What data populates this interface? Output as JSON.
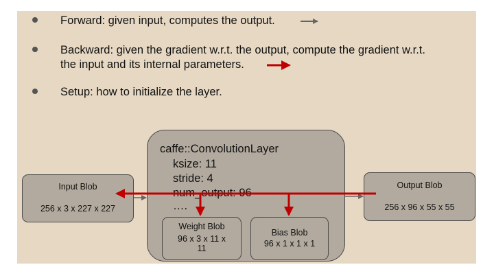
{
  "bullets": [
    {
      "text": "Forward: given input, computes the output."
    },
    {
      "text_line1": "Backward: given the gradient w.r.t. the output, compute the gradient w.r.t.",
      "text_line2": "the input and its internal parameters."
    },
    {
      "text": "Setup: how to initialize the layer."
    }
  ],
  "conv_layer": {
    "title": "caffe::ConvolutionLayer",
    "ksize": "ksize: 11",
    "stride": "stride: 4",
    "num_output": "num_output: 96",
    "ellipsis": "…."
  },
  "input_blob": {
    "label": "Input Blob",
    "dims": "256 x 3 x 227 x 227"
  },
  "output_blob": {
    "label": "Output Blob",
    "dims": "256 x 96 x 55 x 55"
  },
  "weight_blob": {
    "label": "Weight Blob",
    "dims_line1": "96 x 3 x 11 x",
    "dims_line2": "11"
  },
  "bias_blob": {
    "label": "Bias Blob",
    "dims": "96 x 1 x 1 x 1"
  },
  "colors": {
    "backward_arrow": "#c00000",
    "forward_arrow": "#666666",
    "slide_bg": "#e6d8c3",
    "box_fill": "#b2aa9e"
  }
}
